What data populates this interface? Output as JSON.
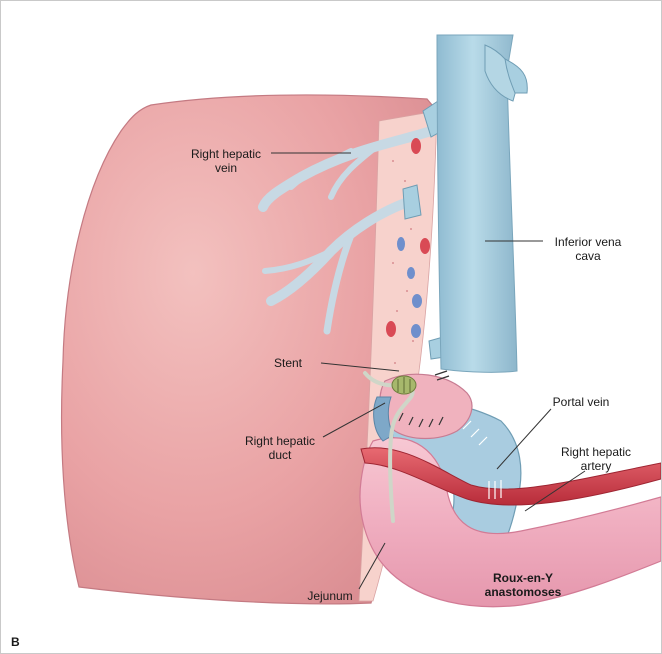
{
  "panel_letter": "B",
  "labels": {
    "right_hepatic_vein": [
      "Right hepatic",
      "vein"
    ],
    "inferior_vena_cava": [
      "Inferior vena",
      "cava"
    ],
    "stent": "Stent",
    "right_hepatic_duct": [
      "Right hepatic",
      "duct"
    ],
    "portal_vein": "Portal vein",
    "right_hepatic_artery": [
      "Right hepatic",
      "artery"
    ],
    "jejunum": "Jejunum",
    "roux_en_y": [
      "Roux-en-Y",
      "anastomoses"
    ]
  },
  "colors": {
    "liver": "#eaa3a3",
    "liver_cut_surface": "#f6cfc9",
    "vein_blue": "#a8cfe0",
    "artery_red": "#d8434f",
    "jejunum_pink": "#f2b6c4",
    "stent_green": "#a7b86c"
  }
}
